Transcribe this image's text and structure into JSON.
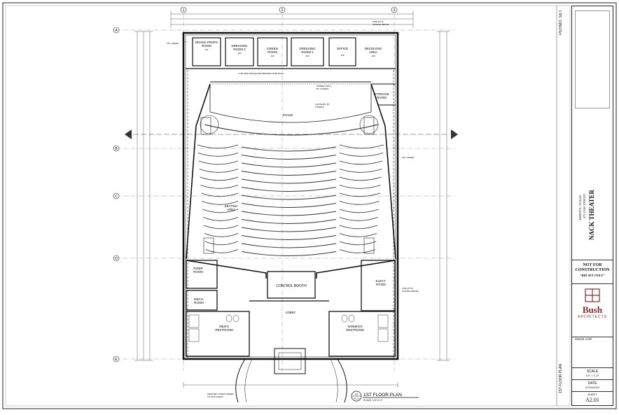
{
  "sheet": {
    "status": "PERMIT SET",
    "title_rotated": "1ST FLOOR PLAN",
    "project": {
      "name": "NACK THEATER",
      "address_1": "673 OAK STREET",
      "address_2": "BRISTOL, TEXAS"
    },
    "notice": {
      "line1": "NOT FOR",
      "line2": "CONSTRUCTION",
      "line3": "\"BID SET ONLY\""
    },
    "firm": {
      "name": "Bush",
      "subtitle": "ARCHITECTS"
    },
    "issue_log": "ISSUE LOG",
    "scale_label": "SCALE",
    "scale_value": "1/4\" = 1'-0\"",
    "date_label": "DATE",
    "date_value": "07/03/2019",
    "sheet_label": "SHEET",
    "sheet_number": "A2.01"
  },
  "plan": {
    "title": "1ST FLOOR PLAN",
    "scale": "SCALE: 1/4\"=1'-0\"",
    "callout_num": "20",
    "callout_sheet": "A2.01",
    "column_labels": [
      "1",
      "2",
      "3"
    ],
    "row_labels": [
      "A",
      "B",
      "C",
      "D",
      "E"
    ],
    "rooms": [
      {
        "name": "DRAMA PROPS",
        "name2": "ROOM",
        "num": "101"
      },
      {
        "name": "DRESSING",
        "name2": "ROOM 2",
        "num": "102"
      },
      {
        "name": "GREEN",
        "name2": "ROOM",
        "num": "103"
      },
      {
        "name": "DRESSING",
        "name2": "ROOM 1",
        "num": "104"
      },
      {
        "name": "OFFICE",
        "name2": "",
        "num": "105"
      },
      {
        "name": "RECEIVING",
        "name2": "AREA",
        "num": "106"
      }
    ],
    "labels": {
      "stage": "STAGE",
      "seating": "SEATING",
      "seating2": "AREA",
      "storage": "STORAGE",
      "storage2": "ROOM",
      "riser": "RISER",
      "riser2": "ROOM",
      "mech": "MECH.",
      "mech2": "ROOM",
      "control": "CONTROL BOOTH",
      "lobby": "LOBBY",
      "mens": "MEN'S",
      "mens2": "RESTROOM",
      "womens": "WOMEN'S",
      "womens2": "RESTROOM",
      "elect": "ELECT.",
      "elect2": "ROOM",
      "screen_wall": "SCREEN WALL,",
      "screen_wall2": "BY OTHERS",
      "curtains": "CURTAINS, BY",
      "curtains2": "OTHERS",
      "fire_partition": "1 HR FIRE PROTECTED BEARING PARTITION",
      "masonry": "MASONRY STEPS, REFER",
      "masonry2": "TO CIVIL DWGS.",
      "attic_access": "FIXE ATTIC",
      "attic_access2": "ACCESS ABOVE",
      "attic_access3": "FIXE ATTIC",
      "attic_access4": "ACCESS ABOVE",
      "fin_grade": "FIN. GRADE"
    }
  }
}
